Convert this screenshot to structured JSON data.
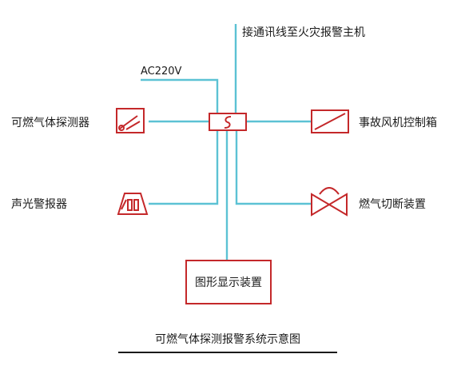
{
  "title": "可燃气体探测报警系统示意图",
  "labels": {
    "comm_line": "接通讯线至火灾报警主机",
    "power": "AC220V",
    "detector": "可燃气体探测器",
    "alarm": "声光警报器",
    "fan_box": "事故风机控制箱",
    "gas_cutoff": "燃气切断装置",
    "display": "图形显示装置"
  },
  "colors": {
    "wire": "#5cc2d4",
    "device": "#c4282a",
    "text": "#1a1a1a"
  }
}
